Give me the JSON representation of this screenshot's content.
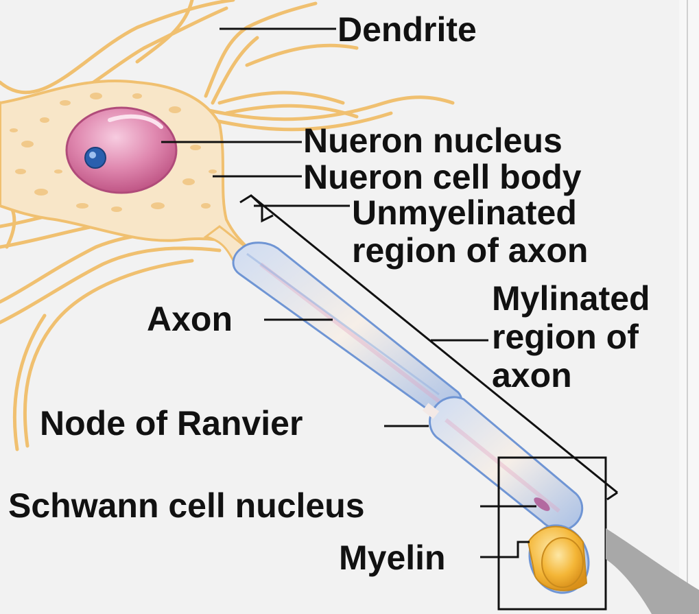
{
  "labels": {
    "dendrite": "Dendrite",
    "neuron_nucleus": "Nueron nucleus",
    "neuron_cell_body": "Nueron cell body",
    "unmyelinated_line1": "Unmyelinated",
    "unmyelinated_line2": "region of axon",
    "myelinated_line1": "Mylinated",
    "myelinated_line2": "region of",
    "myelinated_line3": "axon",
    "axon": "Axon",
    "node_of_ranvier": "Node of Ranvier",
    "schwann_cell_nucleus": "Schwann cell nucleus",
    "myelin": "Myelin"
  },
  "colors": {
    "background": "#f2f2f2",
    "dendrite": "#f0c070",
    "nucleus": "#d9709a",
    "nucleolus": "#2a5fae",
    "myelin_sheath": "#b9cdea",
    "myelin_core": "#f2b43a",
    "leader_line": "#111111"
  }
}
